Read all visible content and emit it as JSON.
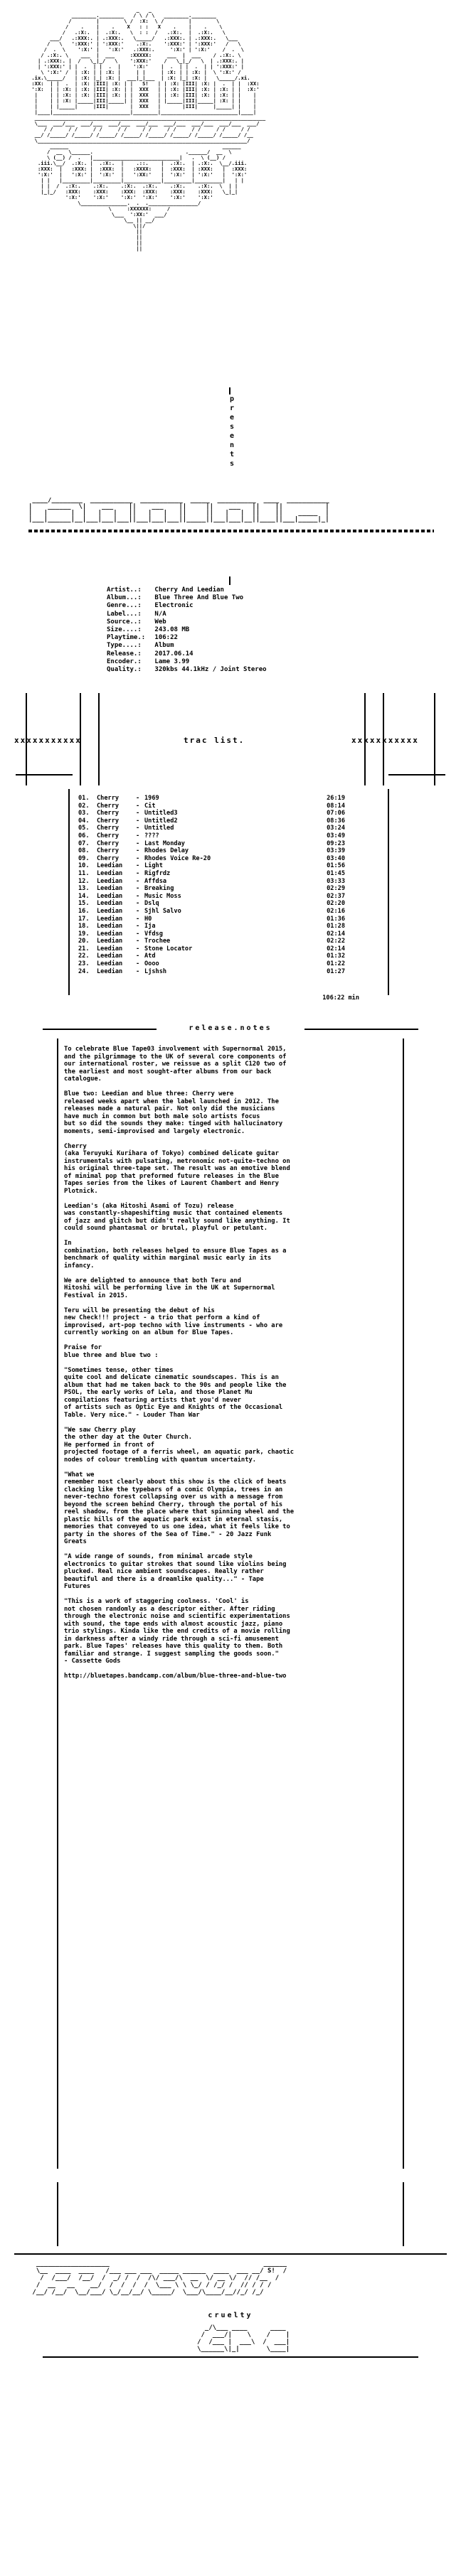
{
  "header_art": {
    "top": "                                   _   _\n              ________.________   / \\ / \\   ________.________\n             /        |        \\ /  :X:  \\ /        |        \\\n            /    .    |    .    X   : :   X    .    |    .    \\\n           /   .:X:.  |  .:X:.   \\  : :  /   .:X:.  |  .:X:.   \\\n       ___/   .:XXX:. | .:XXX:.   \\_____/   .:XXX:. | .:XXX:.   \\___\n      /   \\   ':XXX:' | ':XXX:'    .:X:.    ':XXX:' | ':XXX:'   /   \\\n     /  .  \\    ':X:' |   ':X:'   .:XXX:.     ':X:' | ':X:'    /  .  \\\n    / .:X:. \\    ___  |  ___     :XXXXX:     ___  |  ___    / .:X:. \\\n   | .:XXX:. |  /   \\_|_/   \\    ':XXX:'    /   \\_|_/   \\  | .:XXX:. |\n   | ':XXX:' | |  .  | |  .  |    ':X:'    |  .  | |  .  | | ':XXX:' |\n    \\ ':X:' /  | :X: | | :X: |     | |     | :X: | | :X: |  \\ ':X:' /\n .ix.\\_____/   | :X: |_| :X: |  ___|_|___  | :X: |_| :X: |   \\_____/.xi.\n :XX:  | |  .  | :X: |III| :X: | |   S!   | | :X: |III| :X: |  .  | |  :XX:\n ':X:  | | :X: | :X: |III| :X: | |  XXX   | | :X: |III| :X: | :X: | |  :X:'\n  |    | | :X: | :X: |III| :X: | |  XXX   | | :X: |III| :X: | :X: | |    |\n  |    | | :X: |_____|III|_____| |  XXX   | |_____|III|_____| :X: | |    |\n  |    | |_____|     |III|       |  XXX   |       |III|     |_____| |    |\n  |____|_________________________|________|_________________________|____|\n  ___________________________________________________________________________\n  \\___  ___/___  ___/___  ___/___  ___/___  ___/___  ___/___  ___/___  ___/\n     / /     / /     / /     / /     / /     / /     / /     / /     / /\n  __/ /_____/ /_____/ /_____/ /_____/ /_____/ /_____/ /_____/ /_____/ /__\n  \\____________________________________________________________________/\n       ______                                                  ______\n      /  __  \\______.                              .______/  __  \\\n      \\ (__) /  .   |____________________________|   .  \\ (__) /\n   .iii.\\__/  .:X:. |  .:X:.  |    .::.    |  .:X:.  | .:X:.  \\__/.iii.\n   :XXX:  |   :XXX: |  :XXX:  |   :XXXX:   |  :XXX:  | :XXX:   |  :XXX:\n   ':X:'  |   ':X:' |  ':X:'  |   ':XX:'   |  ':X:'  | ':X:'   |  ':X:'\n    | |   |_________|_________|____________|_________|_________|   | |\n    | |  /  .:X:.    .:X:.    .:X:.  .:X:.    .:X:.    .:X:.  \\  | |\n    |_|_/   :XXX:    :XXX:    :XXX:  :XXX:    :XXX:    :XXX:   \\_|_|\n            ':X:'    ':X:'    ':X:'  ':X:'    ':X:'    ':X:'\n                \\_______________.  .  .________________/\n                          \\     :XXXXXX:     /\n                           \\___  ':XX:'  ___/\n                               \\__ || __/\n                                  \\||/\n                                   ||\n                                   ||\n                                   ||\n                                   ||",
    "presents_letters": [
      "p",
      "r",
      "e",
      "s",
      "e",
      "n",
      "t",
      "s"
    ],
    "banner": " ____/________  ___________  ___________  _____  __________  ____  ___________\n|    ______  \\|    ___    ||    ___    ||     ||    ___   ||    ||           |\n|   |      |  |   |   |   ||   |   |   ||     ||   |   |  ||    ||    _____  |\n|___|______|__|___|___|___||___|___|___||_____||___|___|__||____||___|_____|_|"
  },
  "info": {
    "rows": [
      {
        "label": "Artist..:",
        "value": "Cherry And Leedian"
      },
      {
        "label": "Album...:",
        "value": "Blue Three And Blue Two"
      },
      {
        "label": "Genre...:",
        "value": "Electronic"
      },
      {
        "label": "Label...:",
        "value": "N/A"
      },
      {
        "label": "Source..:",
        "value": "Web"
      },
      {
        "label": "Size....:",
        "value": "243.08 MB"
      },
      {
        "label": "Playtime.:",
        "value": "106:22"
      },
      {
        "label": "Type....:",
        "value": "Album"
      },
      {
        "label": "Release.:",
        "value": "2017.06.14"
      },
      {
        "label": "Encoder.:",
        "value": "Lame 3.99"
      },
      {
        "label": "Quality.:",
        "value": "320kbs 44.1kHz / Joint Stereo"
      }
    ]
  },
  "tracklist": {
    "header_left": "xxxxxxxxxxx",
    "header_center": "trac   list.",
    "header_right": "xxxxxxxxxxx",
    "tracks": [
      {
        "num": "01.",
        "artist": "Cherry",
        "title": "1969",
        "time": "26:19"
      },
      {
        "num": "02.",
        "artist": "Cherry",
        "title": "Cit",
        "time": "08:14"
      },
      {
        "num": "03.",
        "artist": "Cherry",
        "title": "Untitled3",
        "time": "07:06"
      },
      {
        "num": "04.",
        "artist": "Cherry",
        "title": "Untitled2",
        "time": "08:36"
      },
      {
        "num": "05.",
        "artist": "Cherry",
        "title": "Untitled",
        "time": "03:24"
      },
      {
        "num": "06.",
        "artist": "Cherry",
        "title": "????",
        "time": "03:49"
      },
      {
        "num": "07.",
        "artist": "Cherry",
        "title": "Last Monday",
        "time": "09:23"
      },
      {
        "num": "08.",
        "artist": "Cherry",
        "title": "Rhodes Delay",
        "time": "03:39"
      },
      {
        "num": "09.",
        "artist": "Cherry",
        "title": "Rhodes Voice Re-20",
        "time": "03:40"
      },
      {
        "num": "10.",
        "artist": "Leedian",
        "title": "Light",
        "time": "01:56"
      },
      {
        "num": "11.",
        "artist": "Leedian",
        "title": "Rigfrdz",
        "time": "01:45"
      },
      {
        "num": "12.",
        "artist": "Leedian",
        "title": "Affdsa",
        "time": "03:33"
      },
      {
        "num": "13.",
        "artist": "Leedian",
        "title": "Breaking",
        "time": "02:29"
      },
      {
        "num": "14.",
        "artist": "Leedian",
        "title": "Music Moss",
        "time": "02:37"
      },
      {
        "num": "15.",
        "artist": "Leedian",
        "title": "Dslq",
        "time": "02:20"
      },
      {
        "num": "16.",
        "artist": "Leedian",
        "title": "Sjhl Salvo",
        "time": "02:16"
      },
      {
        "num": "17.",
        "artist": "Leedian",
        "title": "H0",
        "time": "01:36"
      },
      {
        "num": "18.",
        "artist": "Leedian",
        "title": "Ija",
        "time": "01:28"
      },
      {
        "num": "19.",
        "artist": "Leedian",
        "title": "Vfdsg",
        "time": "02:14"
      },
      {
        "num": "20.",
        "artist": "Leedian",
        "title": "Trochee",
        "time": "02:22"
      },
      {
        "num": "21.",
        "artist": "Leedian",
        "title": "Stone Locator",
        "time": "02:14"
      },
      {
        "num": "22.",
        "artist": "Leedian",
        "title": "Atd",
        "time": "01:32"
      },
      {
        "num": "23.",
        "artist": "Leedian",
        "title": "Oooo",
        "time": "01:22"
      },
      {
        "num": "24.",
        "artist": "Leedian",
        "title": "Ljshsh",
        "time": "01:27"
      }
    ],
    "total": "106:22 min"
  },
  "release_notes": {
    "heading": "release.notes",
    "paragraphs": [
      "To celebrate Blue Tape03 involvement with Supernormal 2015,\nand the pilgrimmage to the UK of several core components of\nour international roster, we reissue as a split C120 two of\nthe earliest and most sought-after albums from our back\ncatalogue.",
      "Blue two: Leedian and blue three: Cherry were\nreleased weeks apart when the label launched in 2012. The\nreleases made a natural pair. Not only did the musicians\nhave much in common but both male solo artists focus\nbut so did the sounds they make: tinged with hallucinatory\nmoments, semi-improvised and largely electronic.",
      "Cherry\n(aka Teruyuki Kurihara of Tokyo) combined delicate guitar\ninstrumentals with pulsating, metronomic not-quite-techno on\nhis original three-tape set. The result was an emotive blend\nof minimal pop that preformed future releases in the Blue\nTapes series from the likes of Laurent Chambert and Henry\nPlotnick.",
      "Leedian's (aka Hitoshi Asami of Tozu) release\nwas constantly-shapeshifting music that contained elements\nof jazz and glitch but didn't really sound like anything. It\ncould sound phantasmal or brutal, playful or petulant.",
      "In\ncombination, both releases helped to ensure Blue Tapes as a\nbenchmark of quality within marginal music early in its\ninfancy.",
      "We are delighted to announce that both Teru and\nHitoshi will be performing live in the UK at Supernormal\nFestival in 2015.",
      "Teru will be presenting the debut of his\nnew Check!!! project - a trio that perform a kind of\nimprovised, art-pop techno with live instruments - who are\ncurrently working on an album for Blue Tapes.",
      "Praise for\nblue three and blue two :",
      "\"Sometimes tense, other times\nquite cool and delicate cinematic soundscapes. This is an\nalbum that had me taken back to the 90s and people like the\nPSOL, the early works of Lela, and those Planet Mu\ncompilations featuring artists that you'd never\nof artists such as Optic Eye and Knights of the Occasional\nTable. Very nice.\" - Louder Than War",
      "\"We saw Cherry play\nthe other day at the Outer Church.\nHe performed in front of\nprojected footage of a ferris wheel, an aquatic park, chaotic\nnodes of colour trembling with quantum uncertainty.",
      "\"What we\nremember most clearly about this show is the click of beats\nclacking like the typebars of a comic Olympia, trees in an\nnever-techno forest collapsing over us with a message from\nbeyond the screen behind Cherry, through the portal of his\nreel shadow, from the place where that spinning wheel and the\nplastic hills of the aquatic park exist in eternal stasis,\nmemories that conveyed to us one idea, what it feels like to\nparty in the shores of the Sea of Time.\" - 20 Jazz Funk\nGreats",
      "\"A wide range of sounds, from minimal arcade style\nelectronics to guitar strokes that sound like violins being\nplucked. Real nice ambient soundscapes. Really rather\nbeautiful and there is a dreamlike quality...\" - Tape\nFutures",
      "\"This is a work of staggering coolness. 'Cool' is\nnot chosen randomly as a descriptor either. After riding\nthrough the electronic noise and scientific experimentations\nwith sound, the tape ends with almost acoustic jazz, piano\ntrio stylings. Kinda like the end credits of a movie rolling\nin darkness after a windy ride through a sci-fi amusement\npark. Blue Tapes' releases have this quality to them. Both\nfamiliar and strange. I suggest sampling the goods soon.\"\n- Cassette Gods",
      "http://bluetapes.bandcamp.com/album/blue-three-and-blue-two"
    ]
  },
  "footer_art": {
    "logo": "  ___________________                                        ______\n  \\__  ____  ____   /___ ___ ___  _____ ______  ____  ___ __/ S!  /\n   /  /___/  /__/  /  _/ /  /  /\\/ ___/\\  __  \\/ __ \\/  // /__  /\n  /  __   __    __/  /  /  /  /  \\___ \\ \\ \\_/ / /_/ /  // / / /\n /__/ /__/  \\__/___/ \\_/__/__/ \\_____/  \\___/\\____/__//_/ /_/",
    "cruelty": "cruelty",
    "bottom": "       _/\\___ ____      ____\n      /  ___/|    \\    /    |\n     /  /___ |  ___\\  /  ___|\n     \\______\\|_|       \\____|"
  },
  "colors": {
    "ink": "#000000",
    "paper": "#ffffff"
  }
}
